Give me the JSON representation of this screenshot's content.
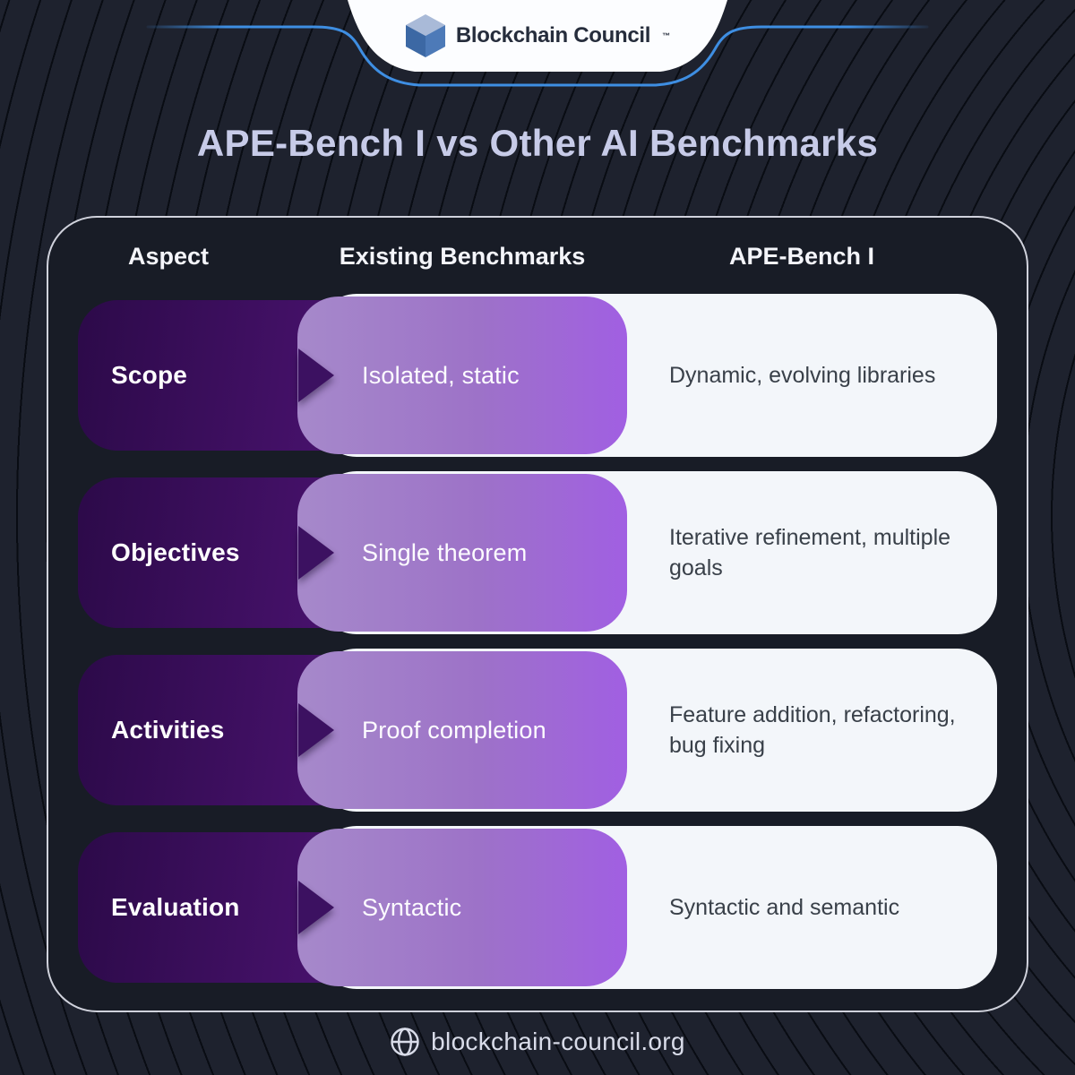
{
  "logo": {
    "brand": "Blockchain Council",
    "tm": "™",
    "cube_icon": "cube-icon",
    "cube_colors": {
      "top": "#a9bad8",
      "left": "#3c68a4",
      "right": "#4d7ab8"
    }
  },
  "title": "APE-Bench I vs Other AI Benchmarks",
  "table": {
    "headers": [
      "Aspect",
      "Existing Benchmarks",
      "APE-Bench I"
    ],
    "rows": [
      {
        "aspect": "Scope",
        "existing": "Isolated, static",
        "ape": "Dynamic, evolving libraries"
      },
      {
        "aspect": "Objectives",
        "existing": "Single theorem",
        "ape": "Iterative refinement, multiple goals"
      },
      {
        "aspect": "Activities",
        "existing": "Proof completion",
        "ape": "Feature addition, refactoring, bug fixing"
      },
      {
        "aspect": "Evaluation",
        "existing": "Syntactic",
        "ape": "Syntactic and semantic"
      }
    ]
  },
  "footer": {
    "url": "blockchain-council.org",
    "globe_icon": "globe-icon"
  },
  "colors": {
    "background": "#1e222e",
    "panel": "#181c26",
    "panel_border": "#e9ecf6",
    "title_text": "#c7cbe8",
    "aspect_pill_gradient": [
      "#2c0a49",
      "#4c1372"
    ],
    "existing_pill_gradient": [
      "#a689ca",
      "#a15fe2"
    ],
    "ape_pill": "#f3f6fa",
    "ape_text": "#394049",
    "arrow": "#3c1161",
    "accent_blue_line": "#3e8ee2",
    "footer_text": "#d9dce9"
  }
}
